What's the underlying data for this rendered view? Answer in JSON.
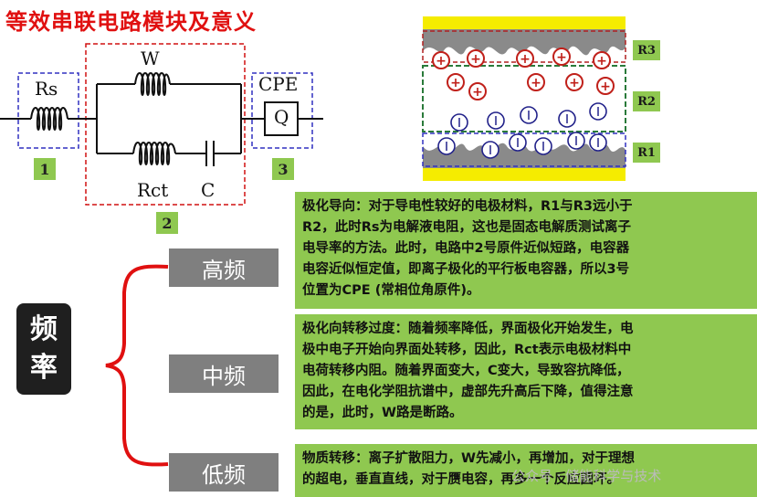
{
  "title": "等效串联电路模块及意义",
  "circuit": {
    "rs_label": "Rs",
    "w_label": "W",
    "rct_label": "Rct",
    "c_label": "C",
    "cpe_label": "CPE",
    "q_label": "Q",
    "module_numbers": [
      "1",
      "2",
      "3"
    ]
  },
  "layers": {
    "labels": [
      "R3",
      "R2",
      "R1"
    ],
    "colors": {
      "electrode": "#f5ec00",
      "plus_ion": "#c0201a",
      "minus_ion": "#22228a"
    }
  },
  "frequency": {
    "main_line1": "频",
    "main_line2": "率",
    "high_label": "高频",
    "mid_label": "中频",
    "low_label": "低频"
  },
  "descriptions": {
    "high": [
      "极化导向：对于导电性较好的电极材料，R1与R3远小于",
      "R2，此时Rs为电解液电阻，这也是固态电解质测试离子",
      "电导率的方法。此时，电路中2号原件近似短路，电容器",
      "电容近似恒定值，即离子极化的平行板电容器，所以3号",
      "位置为CPE (常相位角原件)。"
    ],
    "mid": [
      "极化向转移过度：随着频率降低，界面极化开始发生，电",
      "极中电子开始向界面处转移，因此，Rct表示电极材料中",
      "电荷转移内阻。随着界面变大，C变大，导致容抗降低，",
      "因此，在电化学阻抗谱中，虚部先升高后下降，值得注意",
      "的是，此时，W路是断路。"
    ],
    "low": [
      "物质转移：离子扩散阻力，W先减小，再增加，对于理想",
      "的超电，垂直直线，对于赝电容，再多一个反应圆坏。"
    ]
  },
  "watermark": "公众号 · 储能科学与技术",
  "theme": {
    "accent_red": "#e01010",
    "green": "#8fc850",
    "gray": "#7f7f7f"
  }
}
